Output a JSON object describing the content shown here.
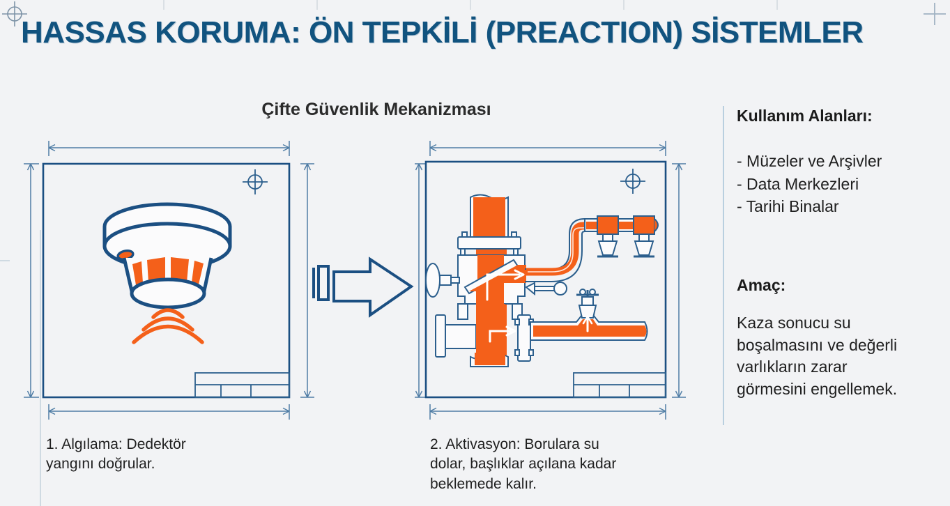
{
  "title": "HASSAS KORUMA: ÖN TEPKİLİ (PREACTION) SİSTEMLER",
  "subtitle": "Çifte Güvenlik Mekanizması",
  "colors": {
    "blue": "#11537f",
    "blue_dark": "#1b4f82",
    "orange": "#f4601a",
    "background": "#f2f3f5",
    "line": "#2c5f8d",
    "divider": "#b9cfdf"
  },
  "panels": [
    {
      "id": "detection",
      "icon": "smoke-detector-icon",
      "caption": "1. Algılama: Dedektör\nyangını doğrular."
    },
    {
      "id": "activation",
      "icon": "preaction-valve-icon",
      "caption": "2. Aktivasyon: Borulara su\ndolar, başlıklar açılana kadar\nbeklemede kalır."
    }
  ],
  "flow_arrow": "arrow-right-icon",
  "right_column": {
    "usage_heading": "Kullanım Alanları:",
    "usage_items": "- Müzeler ve Arşivler\n- Data Merkezleri\n- Tarihi Binalar",
    "purpose_heading": "Amaç:",
    "purpose_text": "Kaza sonucu su\nboşalmasını ve değerli\nvarlıkların zarar\ngörmesini engellemek."
  }
}
